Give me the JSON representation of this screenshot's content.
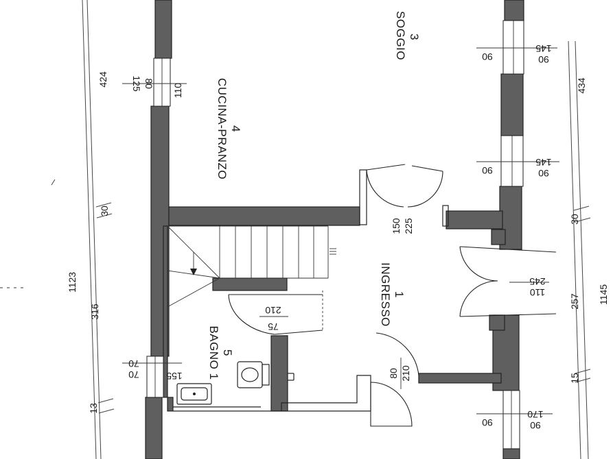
{
  "rooms": {
    "soggiorno": {
      "name": "SOGGIO",
      "number": "3"
    },
    "cucina": {
      "name": "CUCINA-PRANZO",
      "number": "4"
    },
    "ingresso": {
      "name": "INGRESSO",
      "number": "1"
    },
    "bagno": {
      "name": "BAGNO 1",
      "number": "5"
    }
  },
  "openings": {
    "kitchen_window": {
      "top": "125",
      "bottom": "80",
      "side": "110"
    },
    "soggiorno_window_1": {
      "top": "145",
      "bottom": "90",
      "side": "90"
    },
    "soggiorno_window_2": {
      "top": "145",
      "bottom": "90",
      "side": "90"
    },
    "entrance_door": {
      "top": "245",
      "bottom": "110"
    },
    "living_door": {
      "top": "150",
      "bottom": "225"
    },
    "bath_door": {
      "top": "210",
      "bottom": "75"
    },
    "bath_window": {
      "top": "70",
      "bottom": "70",
      "side": "155"
    },
    "ingresso_door": {
      "top": "80",
      "bottom": "210"
    },
    "bottom_right_window": {
      "top": "170",
      "bottom": "90",
      "side": "90"
    }
  },
  "dimensions": {
    "left": {
      "d1": "424",
      "d2": "30",
      "total": "1123",
      "d3": "316",
      "d4": "13"
    },
    "right": {
      "d1": "434",
      "d2": "30",
      "d3": "257",
      "total": "1145",
      "d4": "15"
    }
  }
}
